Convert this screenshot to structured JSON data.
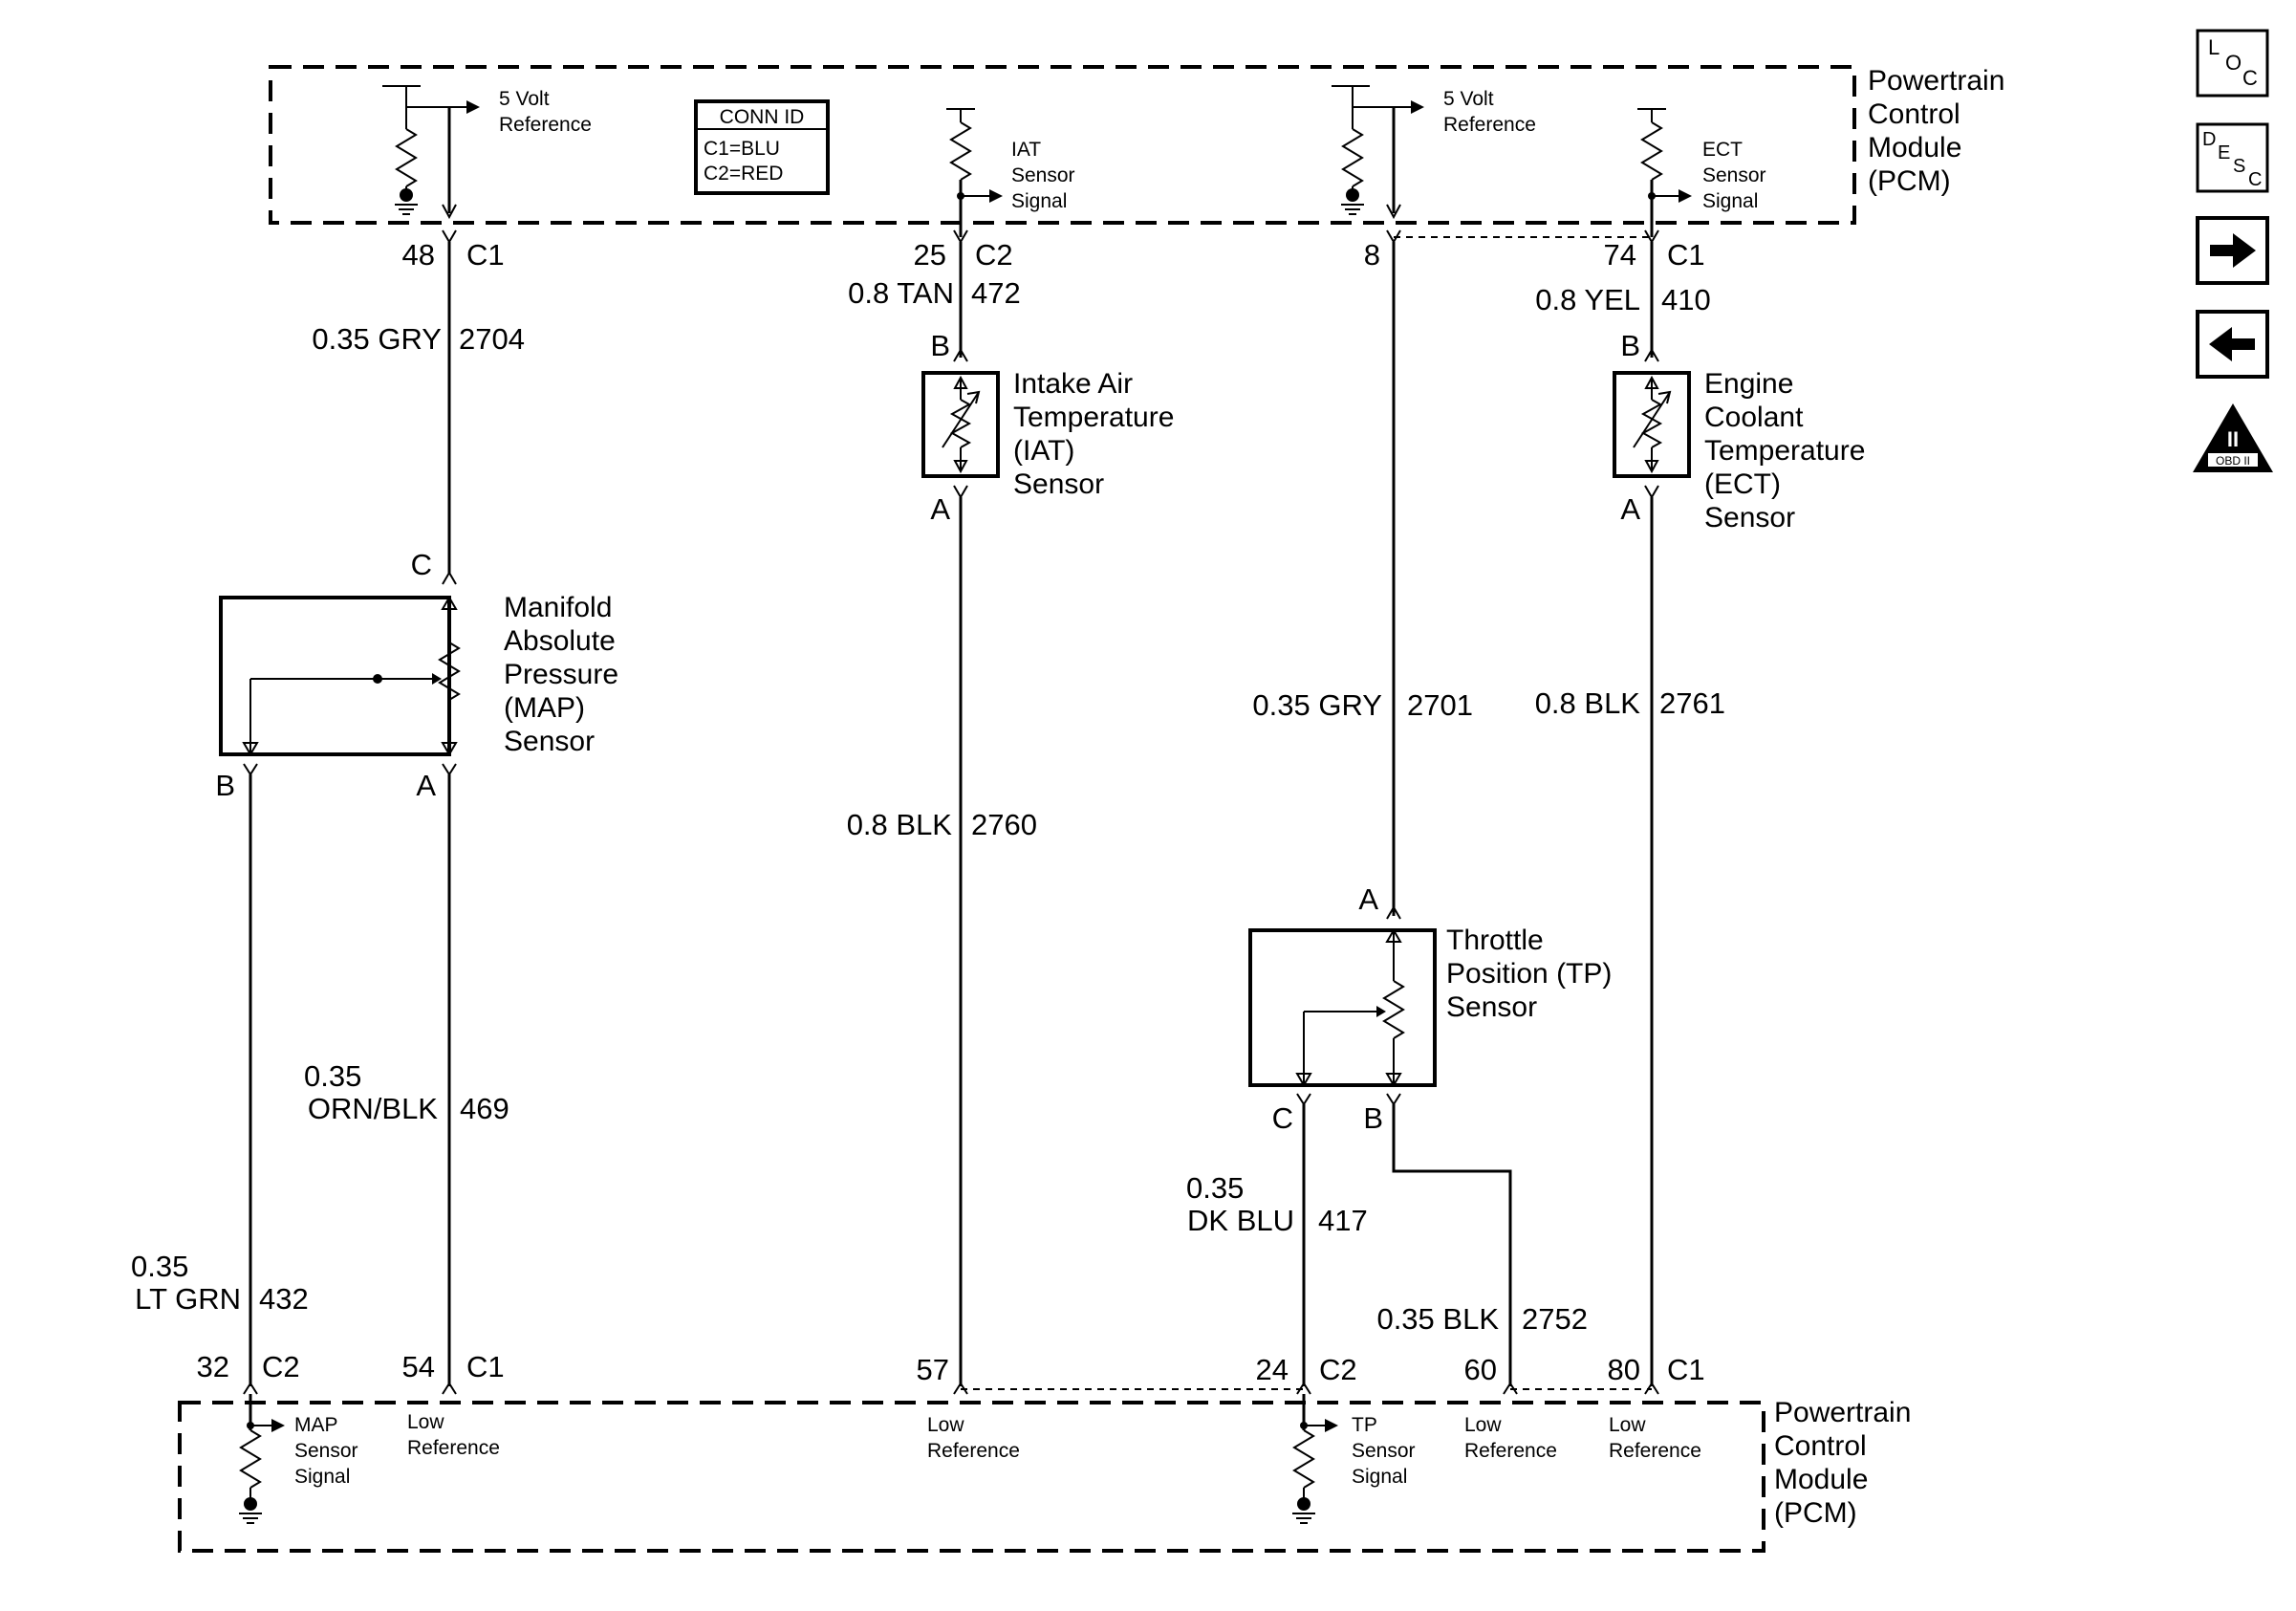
{
  "pcm_top": {
    "title": [
      "Powertrain",
      "Control",
      "Module",
      "(PCM)"
    ]
  },
  "pcm_bottom": {
    "title": [
      "Powertrain",
      "Control",
      "Module",
      "(PCM)"
    ]
  },
  "conn_id": {
    "title": "CONN ID",
    "c1": "C1=BLU",
    "c2": "C2=RED"
  },
  "internal_labels": {
    "five_volt_a": [
      "5 Volt",
      "Reference"
    ],
    "iat_signal": [
      "IAT",
      "Sensor",
      "Signal"
    ],
    "five_volt_b": [
      "5 Volt",
      "Reference"
    ],
    "ect_signal": [
      "ECT",
      "Sensor",
      "Signal"
    ],
    "map_signal": [
      "MAP",
      "Sensor",
      "Signal"
    ],
    "low_ref_54": [
      "Low",
      "Reference"
    ],
    "low_ref_57": [
      "Low",
      "Reference"
    ],
    "tp_signal": [
      "TP",
      "Sensor",
      "Signal"
    ],
    "low_ref_60": [
      "Low",
      "Reference"
    ],
    "low_ref_80": [
      "Low",
      "Reference"
    ]
  },
  "pins": {
    "p48": "48",
    "p48c": "C1",
    "p25": "25",
    "p25c": "C2",
    "p8": "8",
    "p74": "74",
    "p74c": "C1",
    "p32": "32",
    "p32c": "C2",
    "p54": "54",
    "p54c": "C1",
    "p57": "57",
    "p24": "24",
    "p24c": "C2",
    "p60": "60",
    "p80": "80",
    "p80c": "C1"
  },
  "wires": {
    "w2704": {
      "color": "0.35 GRY",
      "circuit": "2704"
    },
    "w472": {
      "color": "0.8 TAN",
      "circuit": "472"
    },
    "w410": {
      "color": "0.8 YEL",
      "circuit": "410"
    },
    "w2760": {
      "color": "0.8 BLK",
      "circuit": "2760"
    },
    "w2701": {
      "color": "0.35 GRY",
      "circuit": "2701"
    },
    "w2761": {
      "color": "0.8 BLK",
      "circuit": "2761"
    },
    "w469": {
      "gauge": "0.35",
      "color": "ORN/BLK",
      "circuit": "469"
    },
    "w432": {
      "gauge": "0.35",
      "color": "LT GRN",
      "circuit": "432"
    },
    "w417": {
      "gauge": "0.35",
      "color": "DK BLU",
      "circuit": "417"
    },
    "w2752": {
      "color": "0.35 BLK",
      "circuit": "2752"
    }
  },
  "components": {
    "map": {
      "name": [
        "Manifold",
        "Absolute",
        "Pressure",
        "(MAP)",
        "Sensor"
      ],
      "pin_c": "C",
      "pin_b": "B",
      "pin_a": "A"
    },
    "iat": {
      "name": [
        "Intake Air",
        "Temperature",
        "(IAT)",
        "Sensor"
      ],
      "pin_b": "B",
      "pin_a": "A"
    },
    "ect": {
      "name": [
        "Engine",
        "Coolant",
        "Temperature",
        "(ECT)",
        "Sensor"
      ],
      "pin_b": "B",
      "pin_a": "A"
    },
    "tp": {
      "name": [
        "Throttle",
        "Position (TP)",
        "Sensor"
      ],
      "pin_a": "A",
      "pin_c": "C",
      "pin_b": "B"
    }
  },
  "nav": {
    "loc": [
      "L",
      "O",
      "C"
    ],
    "desc": [
      "D",
      "E",
      "S",
      "C"
    ],
    "next": "right-arrow-icon",
    "prev": "left-arrow-icon",
    "obd": {
      "numeral": "II",
      "label": "OBD II"
    }
  }
}
